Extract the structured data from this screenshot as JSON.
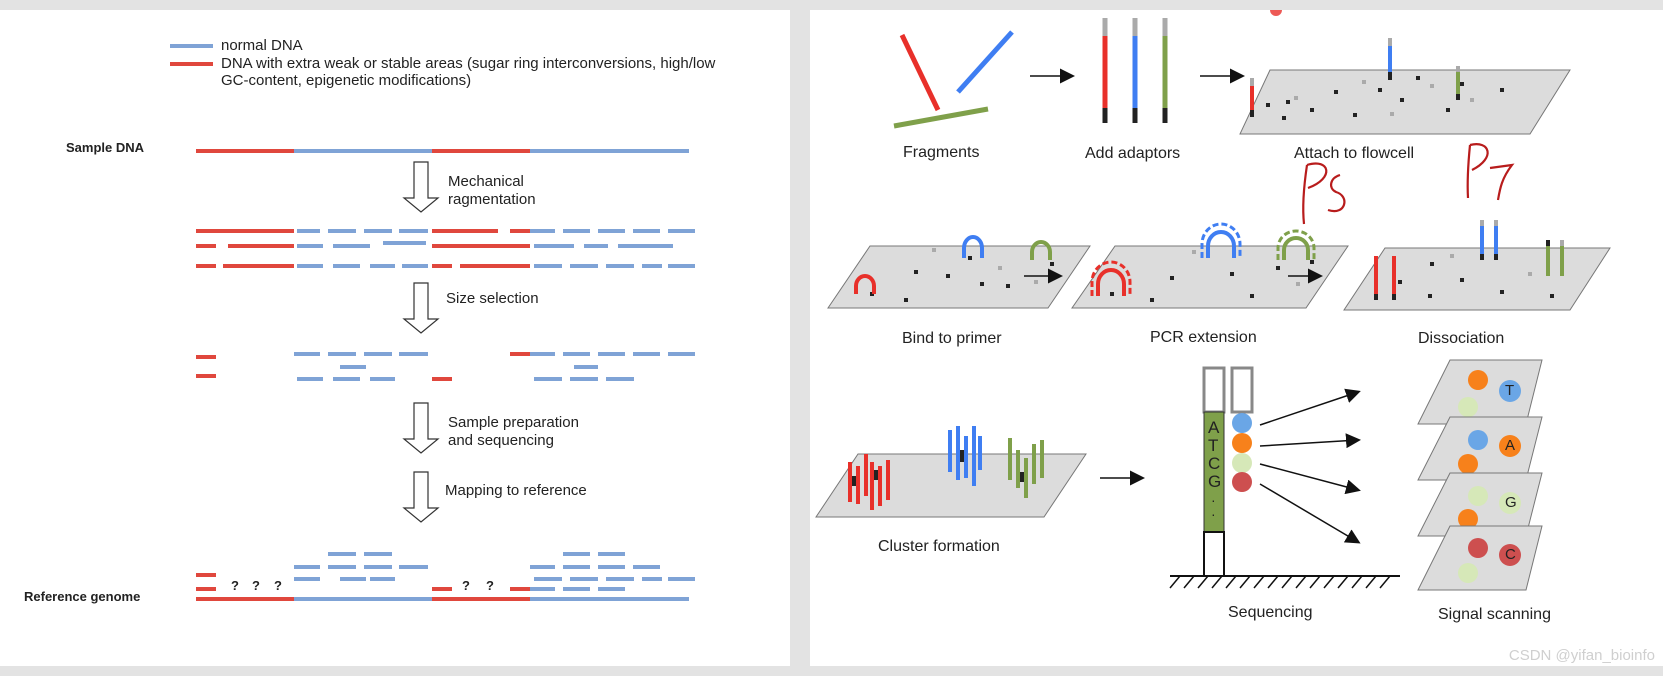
{
  "left": {
    "legend": {
      "normal": "normal DNA",
      "extra_line1": "DNA with extra weak or stable areas (sugar ring interconversions, high/low",
      "extra_line2": "GC-content, epigenetic modifications)"
    },
    "sample_dna": "Sample DNA",
    "steps": {
      "mechanical_1": "Mechanical",
      "mechanical_2": "ragmentation",
      "size_selection": "Size selection",
      "sample_prep_1": "Sample preparation",
      "sample_prep_2": "and sequencing",
      "mapping": "Mapping to reference"
    },
    "reference_genome": "Reference genome",
    "unknown_mark": "?",
    "colors": {
      "normal": "#7fa3d6",
      "extra": "#e0473d"
    }
  },
  "right": {
    "steps": {
      "fragments": "Fragments",
      "add_adaptors": "Add adaptors",
      "attach_flowcell": "Attach to flowcell",
      "bind_primer": "Bind to primer",
      "pcr_extension": "PCR extension",
      "dissociation": "Dissociation",
      "cluster_formation": "Cluster formation",
      "sequencing": "Sequencing",
      "signal_scanning": "Signal scanning"
    },
    "bases": [
      "T",
      "A",
      "G",
      "C"
    ],
    "sequence_letters": [
      "A",
      "T",
      "C",
      "G",
      "·",
      "·"
    ],
    "handwriting": [
      "P5",
      "P7"
    ],
    "colors": {
      "red": "#e8302a",
      "blue": "#3f7ef2",
      "green": "#7fa04a",
      "orange": "#f7811b",
      "light_blue": "#6aa6e6",
      "light_green": "#d6e8b8",
      "dark_red": "#cd4f4f"
    }
  },
  "watermark": "CSDN @yifan_bioinfo"
}
